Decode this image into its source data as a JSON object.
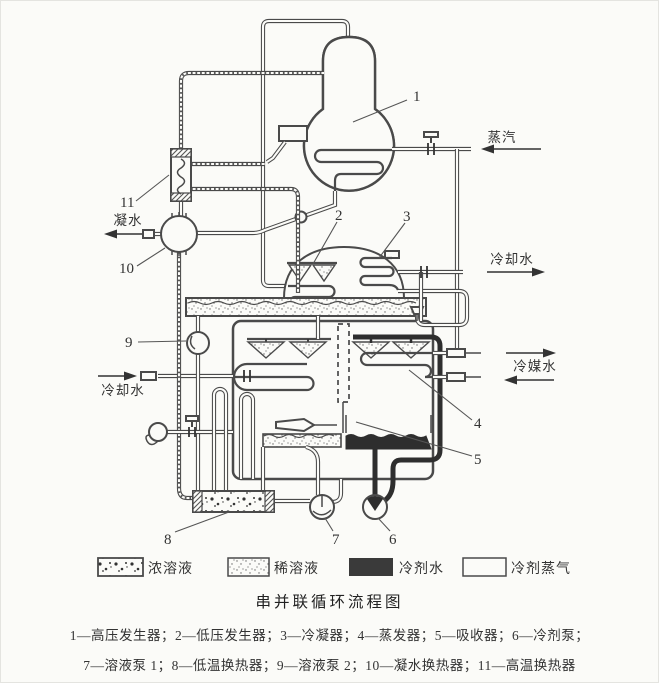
{
  "title": "串并联循环流程图",
  "caption_line1": "1—高压发生器；2—低压发生器；3—冷凝器；4—蒸发器；5—吸收器；6—冷剂泵；",
  "caption_line2": "7—溶液泵 1；8—低温换热器；9—溶液泵 2；10—凝水换热器；11—高温换热器",
  "labels": {
    "steam": "蒸汽",
    "cooling_out": "冷却水",
    "cooling_in": "冷却水",
    "chilled": "冷媒水",
    "condensate": "凝水"
  },
  "nums": [
    "1",
    "2",
    "3",
    "4",
    "5",
    "6",
    "7",
    "8",
    "9",
    "10",
    "11"
  ],
  "legend": {
    "items": [
      {
        "label": "浓溶液",
        "swatch": "dense-dots"
      },
      {
        "label": "稀溶液",
        "swatch": "light-stipple"
      },
      {
        "label": "冷剂水",
        "swatch": "solid-dark"
      },
      {
        "label": "冷剂蒸气",
        "swatch": "white"
      }
    ]
  },
  "colors": {
    "line": "#4a4a4a",
    "dark_fill": "#2e2e2e",
    "background": "#fbfbf8"
  }
}
